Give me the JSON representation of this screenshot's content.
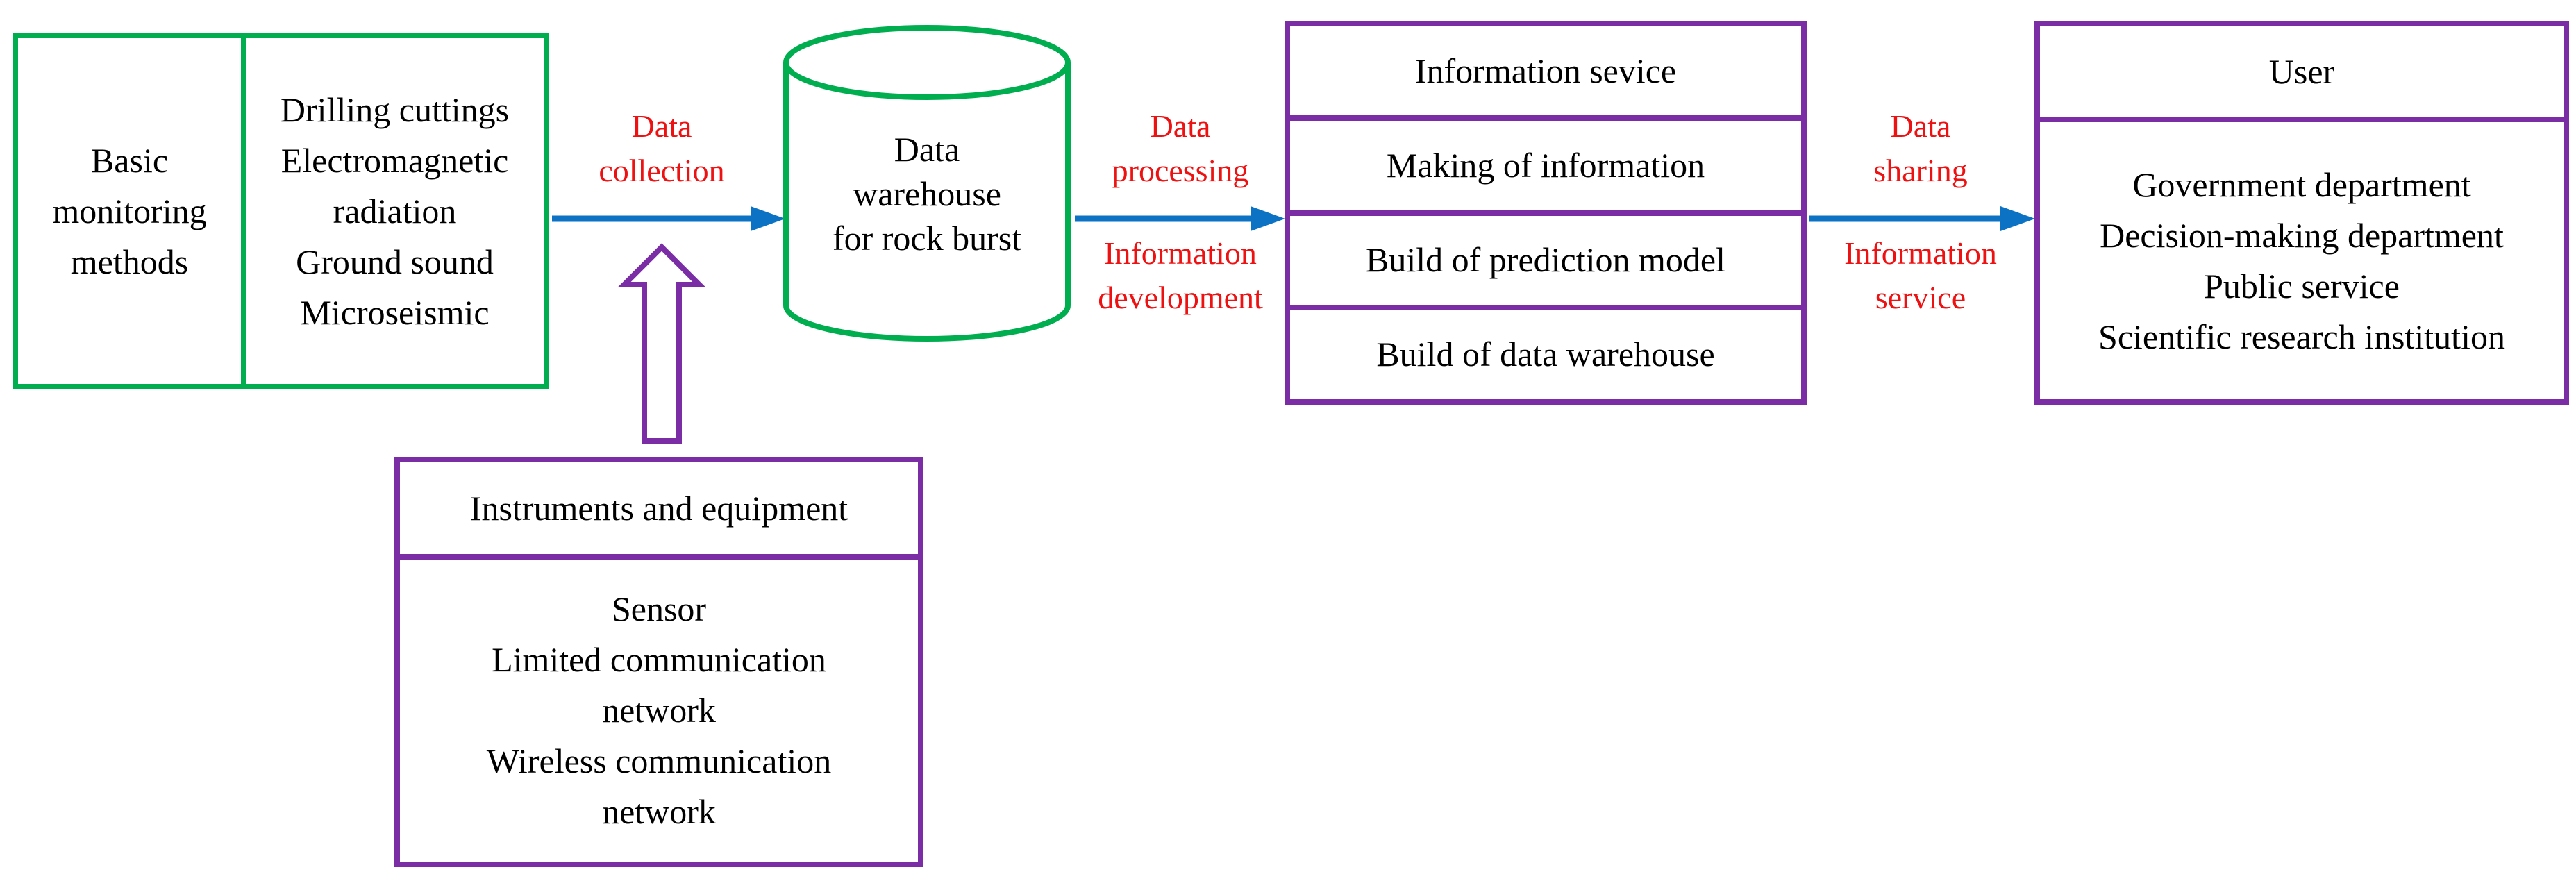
{
  "colors": {
    "green": "#00AE4F",
    "purple": "#7A2DA5",
    "blue": "#0B72C4",
    "red": "#EE1111",
    "black": "#000000",
    "background": "#FFFFFF"
  },
  "monitoring_box": {
    "left_label": "Basic monitoring methods",
    "methods": [
      "Drilling cuttings",
      "Electromagnetic radiation",
      "Ground sound",
      "Microseismic"
    ]
  },
  "warehouse": {
    "lines": [
      "Data",
      "warehouse",
      "for rock burst"
    ]
  },
  "instruments_box": {
    "title": "Instruments and equipment",
    "items": [
      "Sensor",
      "Limited communication network",
      "Wireless communication network"
    ]
  },
  "processing_table": {
    "rows": [
      "Information sevice",
      "Making of information",
      "Build of prediction model",
      "Build of data warehouse"
    ]
  },
  "user_box": {
    "title": "User",
    "items": [
      "Government department",
      "Decision-making department",
      "Public service",
      "Scientific research institution"
    ]
  },
  "flow_labels": {
    "collection": {
      "lines": [
        "Data",
        "collection"
      ]
    },
    "processing_above": {
      "lines": [
        "Data",
        "processing"
      ]
    },
    "processing_below": {
      "lines": [
        "Information",
        "development"
      ]
    },
    "sharing_above": {
      "lines": [
        "Data",
        "sharing"
      ]
    },
    "sharing_below": {
      "lines": [
        "Information",
        "service"
      ]
    }
  }
}
